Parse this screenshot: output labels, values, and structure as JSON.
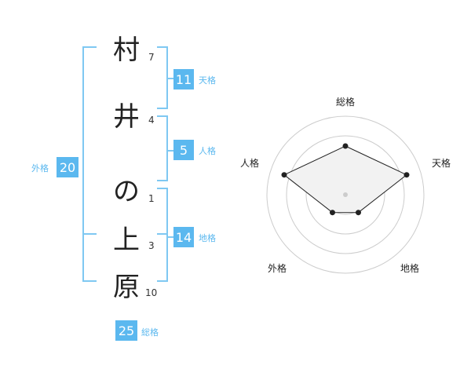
{
  "name": {
    "surname": [
      {
        "char": "村",
        "strokes": "7"
      },
      {
        "char": "井",
        "strokes": "4"
      }
    ],
    "given": [
      {
        "char": "の",
        "strokes": "1"
      },
      {
        "char": "上",
        "strokes": "3"
      },
      {
        "char": "原",
        "strokes": "10"
      }
    ]
  },
  "fortunes": {
    "tenkaku": {
      "label": "天格",
      "value": "11"
    },
    "jinkaku": {
      "label": "人格",
      "value": "5"
    },
    "chikaku": {
      "label": "地格",
      "value": "14"
    },
    "gaikaku": {
      "label": "外格",
      "value": "20"
    },
    "soukaku": {
      "label": "総格",
      "value": "25"
    }
  },
  "colors": {
    "accent": "#5bb8ef",
    "bracket": "#7fc8f2",
    "radar_fill": "#f2f2f2",
    "radar_stroke": "#222222",
    "ring": "#cccccc"
  },
  "chart_data": {
    "type": "radar",
    "axes": [
      "総格",
      "天格",
      "地格",
      "外格",
      "人格"
    ],
    "values": [
      0.62,
      0.82,
      0.28,
      0.28,
      0.82
    ],
    "max": 1,
    "rings": 4
  }
}
